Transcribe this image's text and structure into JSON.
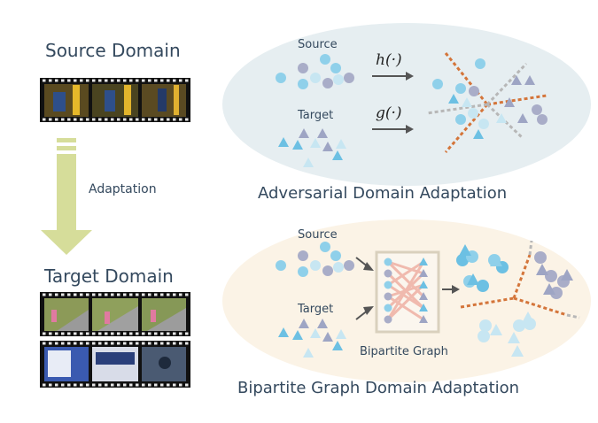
{
  "left": {
    "source_domain_label": "Source Domain",
    "adaptation_label": "Adaptation",
    "target_domain_label": "Target Domain"
  },
  "adversarial": {
    "source_label": "Source",
    "target_label": "Target",
    "h_func": "h(·)",
    "g_func": "g(·)",
    "title": "Adversarial Domain Adaptation"
  },
  "bipartite": {
    "source_label": "Source",
    "target_label": "Target",
    "graph_label": "Bipartite Graph",
    "title": "Bipartite Graph Domain Adaptation"
  },
  "colors": {
    "source_blue": "#8fd0ea",
    "source_gray": "#a9adc8",
    "target_light": "#c7e6f2",
    "target_blue": "#6cc0e3",
    "target_gray": "#9ea5c4",
    "boundary_orange": "#d4753a",
    "boundary_gray": "#b7b7b7",
    "ellipse_top": "#e6eef1",
    "ellipse_bottom": "#fbf3e6",
    "arrow_green": "#d6dd9a",
    "text": "#34495e"
  }
}
